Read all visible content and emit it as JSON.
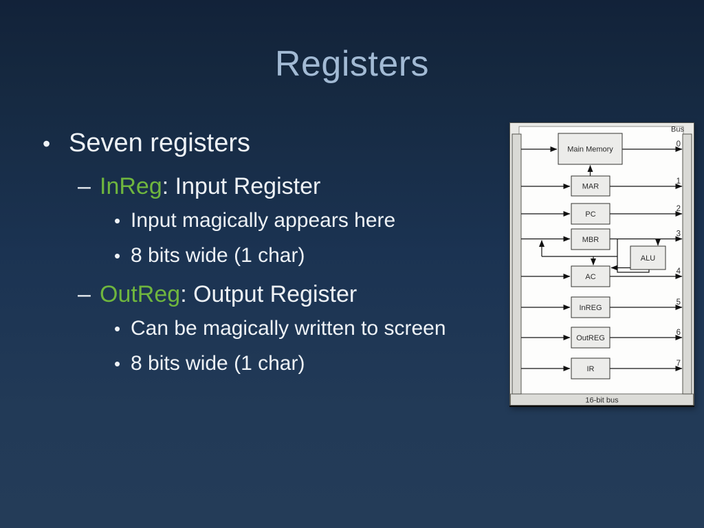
{
  "slide": {
    "title": "Registers"
  },
  "content": {
    "bullets": [
      {
        "level": 1,
        "marker": "•",
        "segments": [
          {
            "text": "Seven registers"
          }
        ]
      },
      {
        "level": 2,
        "marker": "–",
        "segments": [
          {
            "text": "InReg",
            "color": "green"
          },
          {
            "text": " : Input Register"
          }
        ]
      },
      {
        "level": 3,
        "marker": "•",
        "segments": [
          {
            "text": "Input magically appears here"
          }
        ]
      },
      {
        "level": 3,
        "marker": "•",
        "segments": [
          {
            "text": "8 bits wide (1 char)"
          }
        ]
      },
      {
        "level": 2,
        "marker": "–",
        "segments": [
          {
            "text": "OutReg",
            "color": "green"
          },
          {
            "text": " : Output Register"
          }
        ]
      },
      {
        "level": 3,
        "marker": "•",
        "segments": [
          {
            "text": "Can be magically written to screen"
          }
        ]
      },
      {
        "level": 3,
        "marker": "•",
        "segments": [
          {
            "text": "8 bits wide (1 char)"
          }
        ]
      }
    ]
  },
  "diagram": {
    "bus_label": "Bus",
    "bottom_label": "16-bit bus",
    "boxes": [
      {
        "label": "Main Memory"
      },
      {
        "label": "MAR"
      },
      {
        "label": "PC"
      },
      {
        "label": "MBR"
      },
      {
        "label": "ALU"
      },
      {
        "label": "AC"
      },
      {
        "label": "InREG"
      },
      {
        "label": "OutREG"
      },
      {
        "label": "IR"
      }
    ],
    "bus_line_numbers": [
      "0",
      "1",
      "2",
      "3",
      "4",
      "5",
      "6",
      "7"
    ]
  },
  "colors": {
    "background_navy_top": "#122239",
    "background_navy_bottom": "#243c58",
    "title_blue": "#a2bad4",
    "body_text": "#eef2f6",
    "accent_green": "#6fb63e",
    "panel_gray": "#e9e9e6"
  }
}
